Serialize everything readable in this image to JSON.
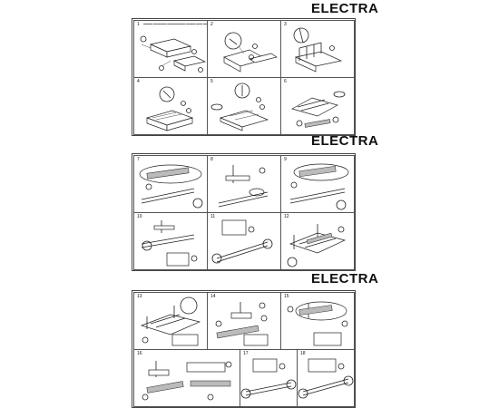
{
  "brand": [
    "ELECTRA",
    "ELECTRA",
    "ELECTRA"
  ],
  "note": "ИНСТРУКЦИЯ ПО СБОРКЕ ... (small print, illegible)",
  "steps": [
    "1",
    "2",
    "3",
    "4",
    "5",
    "6",
    "7",
    "8",
    "9",
    "10",
    "11",
    "12",
    "13",
    "14",
    "15",
    "16",
    "17",
    "18"
  ]
}
